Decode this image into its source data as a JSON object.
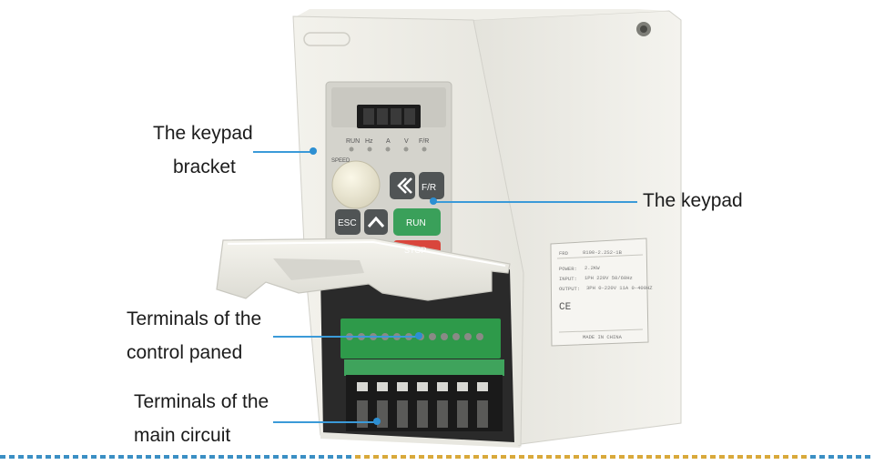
{
  "callouts": {
    "keypad_bracket": {
      "line1": "The keypad",
      "line2": "bracket"
    },
    "keypad": {
      "line1": "The keypad"
    },
    "control_terminals": {
      "line1": "Terminals of the",
      "line2": "control paned"
    },
    "main_terminals": {
      "line1": "Terminals of the",
      "line2": "main circuit"
    }
  },
  "keypad": {
    "indicators": [
      "RUN",
      "Hz",
      "A",
      "V",
      "F/R"
    ],
    "knob_label": "SPEED",
    "fr_key": "F/R",
    "esc_key": "ESC",
    "run_key": "RUN",
    "stop_key": "STOP"
  },
  "nameplate": {
    "rows": [
      [
        "FRD",
        "8100-2.2S2-1B"
      ],
      [
        "POWER:",
        "2.2KW"
      ],
      [
        "INPUT:",
        "1PH 220V 50/60Hz"
      ],
      [
        "OUTPUT:",
        "3PH 0-220V 11A 0-400HZ"
      ]
    ],
    "ce": "CE",
    "origin": "MADE IN CHINA"
  },
  "colors": {
    "accent_blue": "#3b9ad8",
    "housing": "#ecebe4",
    "run_green": "#3aa05a",
    "stop_red": "#d9463c",
    "terminal_green": "#2e9a4a"
  }
}
